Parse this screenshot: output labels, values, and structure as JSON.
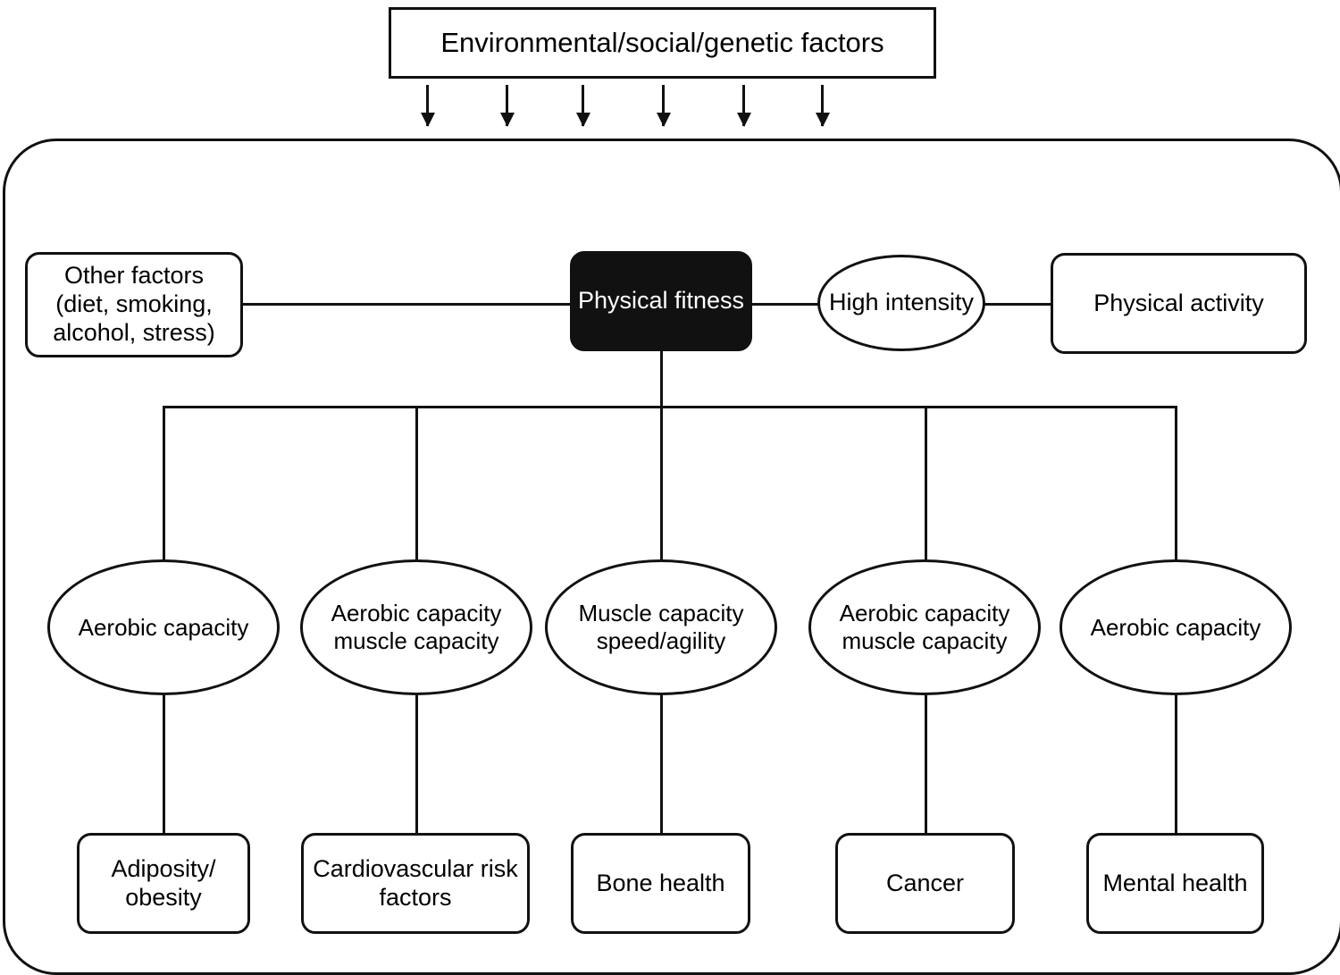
{
  "diagram": {
    "title_box": {
      "label": "Environmental/social/genetic factors"
    },
    "container": {
      "name": "physical-fitness-framework"
    },
    "top_row": {
      "other_factors": {
        "label": "Other factors (diet, smoking, alcohol, stress)"
      },
      "physical_fitness": {
        "label": "Physical fitness"
      },
      "high_intensity": {
        "label": "High intensity"
      },
      "physical_activity": {
        "label": "Physical activity"
      }
    },
    "branches": [
      {
        "capacity": "Aerobic capacity",
        "outcome": "Adiposity/ obesity"
      },
      {
        "capacity": "Aerobic capacity muscle capacity",
        "outcome": "Cardiovascular risk factors"
      },
      {
        "capacity": "Muscle capacity speed/agility",
        "outcome": "Bone health"
      },
      {
        "capacity": "Aerobic capacity muscle capacity",
        "outcome": "Cancer"
      },
      {
        "capacity": "Aerobic capacity",
        "outcome": "Mental health"
      }
    ],
    "colors": {
      "stroke": "#111111",
      "fill": "#ffffff",
      "highlight": "#111111",
      "highlight_text": "#ffffff"
    },
    "arrow_count": 6
  },
  "chart_data": {
    "type": "diagram",
    "title": "Environmental/social/genetic factors",
    "nodes": [
      "Environmental/social/genetic factors",
      "Other factors (diet, smoking, alcohol, stress)",
      "Physical fitness",
      "High intensity",
      "Physical activity",
      "Aerobic capacity",
      "Aerobic capacity muscle capacity",
      "Muscle capacity speed/agility",
      "Adiposity/ obesity",
      "Cardiovascular risk factors",
      "Bone health",
      "Cancer",
      "Mental health"
    ],
    "edges": [
      [
        "Environmental/social/genetic factors",
        "framework-container"
      ],
      [
        "Other factors (diet, smoking, alcohol, stress)",
        "Physical fitness"
      ],
      [
        "Physical fitness",
        "High intensity"
      ],
      [
        "High intensity",
        "Physical activity"
      ],
      [
        "Physical fitness",
        "Aerobic capacity (1)"
      ],
      [
        "Physical fitness",
        "Aerobic capacity muscle capacity (2)"
      ],
      [
        "Physical fitness",
        "Muscle capacity speed/agility (3)"
      ],
      [
        "Physical fitness",
        "Aerobic capacity muscle capacity (4)"
      ],
      [
        "Physical fitness",
        "Aerobic capacity (5)"
      ],
      [
        "Aerobic capacity (1)",
        "Adiposity/ obesity"
      ],
      [
        "Aerobic capacity muscle capacity (2)",
        "Cardiovascular risk factors"
      ],
      [
        "Muscle capacity speed/agility (3)",
        "Bone health"
      ],
      [
        "Aerobic capacity muscle capacity (4)",
        "Cancer"
      ],
      [
        "Aerobic capacity (5)",
        "Mental health"
      ]
    ]
  }
}
